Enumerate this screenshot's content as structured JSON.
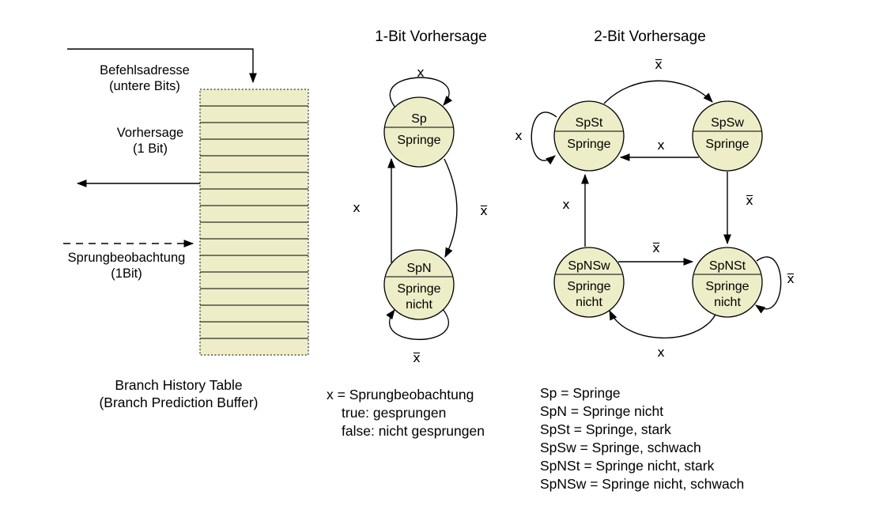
{
  "colors": {
    "state_fill": "#ededc8",
    "stroke": "#000000",
    "background": "#ffffff"
  },
  "bht": {
    "rows": 16,
    "input_label_line1": "Befehlsadresse",
    "input_label_line2": "(untere Bits)",
    "output_label_line1": "Vorhersage",
    "output_label_line2": "(1 Bit)",
    "feedback_label_line1": "Sprungbeobachtung",
    "feedback_label_line2": "(1Bit)",
    "caption_line1": "Branch History Table",
    "caption_line2": "(Branch Prediction Buffer)"
  },
  "one_bit": {
    "title": "1-Bit Vorhersage",
    "states": {
      "sp": {
        "name": "Sp",
        "output_line1": "Springe"
      },
      "spn": {
        "name": "SpN",
        "output_line1": "Springe",
        "output_line2": "nicht"
      }
    },
    "transitions": {
      "sp_self": "x",
      "spn_to_sp": "x",
      "sp_to_spn": "x̅",
      "spn_self": "x̅"
    }
  },
  "two_bit": {
    "title": "2-Bit Vorhersage",
    "states": {
      "spst": {
        "name": "SpSt",
        "output_line1": "Springe"
      },
      "spsw": {
        "name": "SpSw",
        "output_line1": "Springe"
      },
      "spnsw": {
        "name": "SpNSw",
        "output_line1": "Springe",
        "output_line2": "nicht"
      },
      "spnst": {
        "name": "SpNSt",
        "output_line1": "Springe",
        "output_line2": "nicht"
      }
    },
    "transitions": {
      "spst_self": "x",
      "spst_to_spsw": "x̅",
      "spsw_to_spst": "x",
      "spsw_to_spnst": "x̅",
      "spnsw_to_spst": "x",
      "spnsw_to_spnst": "x̅",
      "spnst_self": "x̅",
      "spnst_to_spnsw": "x"
    }
  },
  "legend_x": {
    "lines": [
      "x = Sprungbeobachtung",
      "true: gesprungen",
      "false: nicht gesprungen"
    ]
  },
  "legend_states": {
    "lines": [
      "Sp = Springe",
      "SpN = Springe nicht",
      "SpSt = Springe, stark",
      "SpSw = Springe, schwach",
      "SpNSt = Springe nicht, stark",
      "SpNSw = Springe nicht, schwach"
    ]
  }
}
